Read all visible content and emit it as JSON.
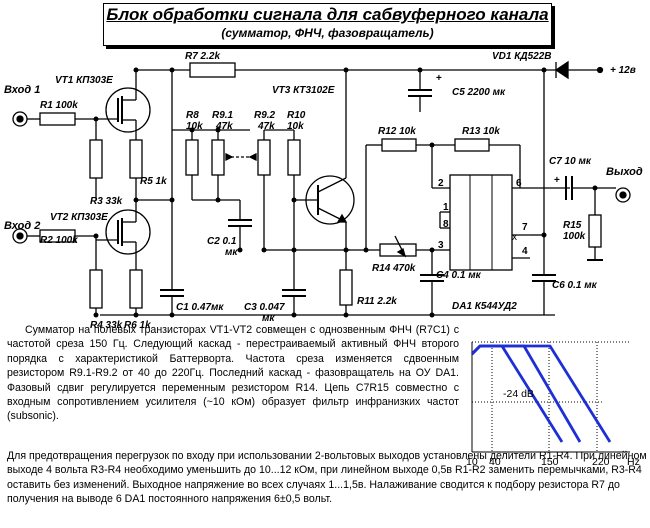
{
  "title": {
    "main": "Блок обработки сигнала для сабвуферного канала",
    "sub": "(сумматор, ФНЧ, фазовращатель)"
  },
  "components": {
    "vt1": "VT1 КП303Е",
    "vt2": "VT2 КП303Е",
    "vt3": "VT3 КТ3102Е",
    "vd1": "VD1 КД522В",
    "r1": "R1 100k",
    "r2": "R2 100k",
    "r3": "R3 33k",
    "r4": "R4 33k",
    "r5": "R5 1k",
    "r6": "R6 1k",
    "r7": "R7 2.2k",
    "r8": "R8\n10k",
    "r8_name": "R8",
    "r8_val": "10k",
    "r91_name": "R9.1",
    "r91_val": "47k",
    "r92_name": "R9.2",
    "r92_val": "47k",
    "r10_name": "R10",
    "r10_val": "10k",
    "r11": "R11 2.2k",
    "r12": "R12 10k",
    "r13": "R13 10k",
    "r14": "R14 470k",
    "r15_name": "R15",
    "r15_val": "100k",
    "c1": "C1 0.47мк",
    "c2_name": "C2 0.1",
    "c2_unit": "мк",
    "c3_name": "C3 0.047",
    "c3_unit": "мк",
    "c4": "C4 0.1 мк",
    "c5": "C5 2200 мк",
    "c6": "C6 0.1 мк",
    "c7": "C7 10 мк",
    "da1": "DA1 К544УД2",
    "supply": "+ 12в",
    "plus1": "+",
    "plus2": "+",
    "pin1": "1",
    "pin2": "2",
    "pin3": "3",
    "pin4": "4",
    "pin6": "6",
    "pin7": "7",
    "pin8": "8"
  },
  "io": {
    "in1": "Вход 1",
    "in2": "Вход 2",
    "out": "Выход"
  },
  "description": {
    "p1": "Сумматор на полевых транзисторах VT1-VT2 совмещен с однозвенным ФНЧ (R7C1) с частотой среза 150 Гц. Следующий каскад - перестраиваемый активный ФНЧ второго порядка с характеристикой Баттерворта. Частота среза изменяется сдвоенным резистором R9.1-R9.2 от 40 до 220Гц. Последний каскад - фазовращатель на ОУ DA1. Фазовый сдвиг регулируется переменным резистором R14. Цепь С7R15 совместно с входным сопротивлением усилителя (~10 кОм) образует фильтр инфранизких частот (subsonic).",
    "p2": "Для предотвращения перегрузок по входу при использовании 2-вольтовых выходов установлены делители R1-R4. При линейном выходе 4 вольта R3-R4 необходимо уменьшить до 10...12 кОм, при линейном выходе 0,5в R1-R2 заменить перемычками, R3-R4 оставить без изменений. Выходное напряжение во всех случаях 1...1,5в. Налаживание сводится к подбору резистора R7 до получения на выводе 6 DA1 постоянного напряжения 6±0,5 вольт."
  },
  "graph": {
    "ticks": [
      "10",
      "40",
      "150",
      "220",
      "Hz"
    ],
    "annotation": "-24 dB"
  }
}
